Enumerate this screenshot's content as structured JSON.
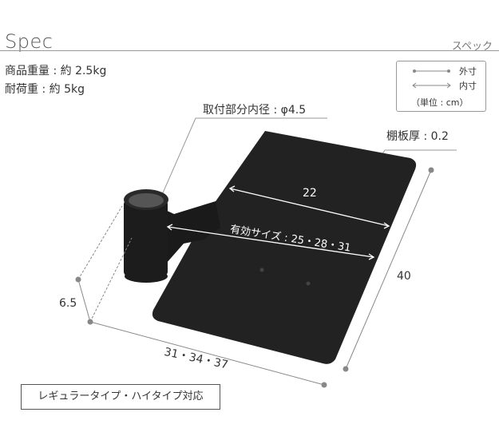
{
  "header": {
    "title": "Spec",
    "subtitle": "スペック"
  },
  "specs": {
    "weight": "商品重量 : 約 2.5kg",
    "load": "耐荷重 : 約 5kg"
  },
  "legend": {
    "outer": "外寸",
    "inner": "内寸",
    "unit": "（単位 : cm）"
  },
  "dimensions": {
    "mount_diameter": "取付部分内径 : φ4.5",
    "thickness": "棚板厚 : 0.2",
    "inner_width": "22",
    "effective_size": "有効サイズ : 25・28・31",
    "depth": "40",
    "height": "6.5",
    "length": "31・34・37"
  },
  "type_note": "レギュラータイプ・ハイタイプ対応",
  "colors": {
    "product": "#1e1e1e",
    "line": "#888888"
  }
}
